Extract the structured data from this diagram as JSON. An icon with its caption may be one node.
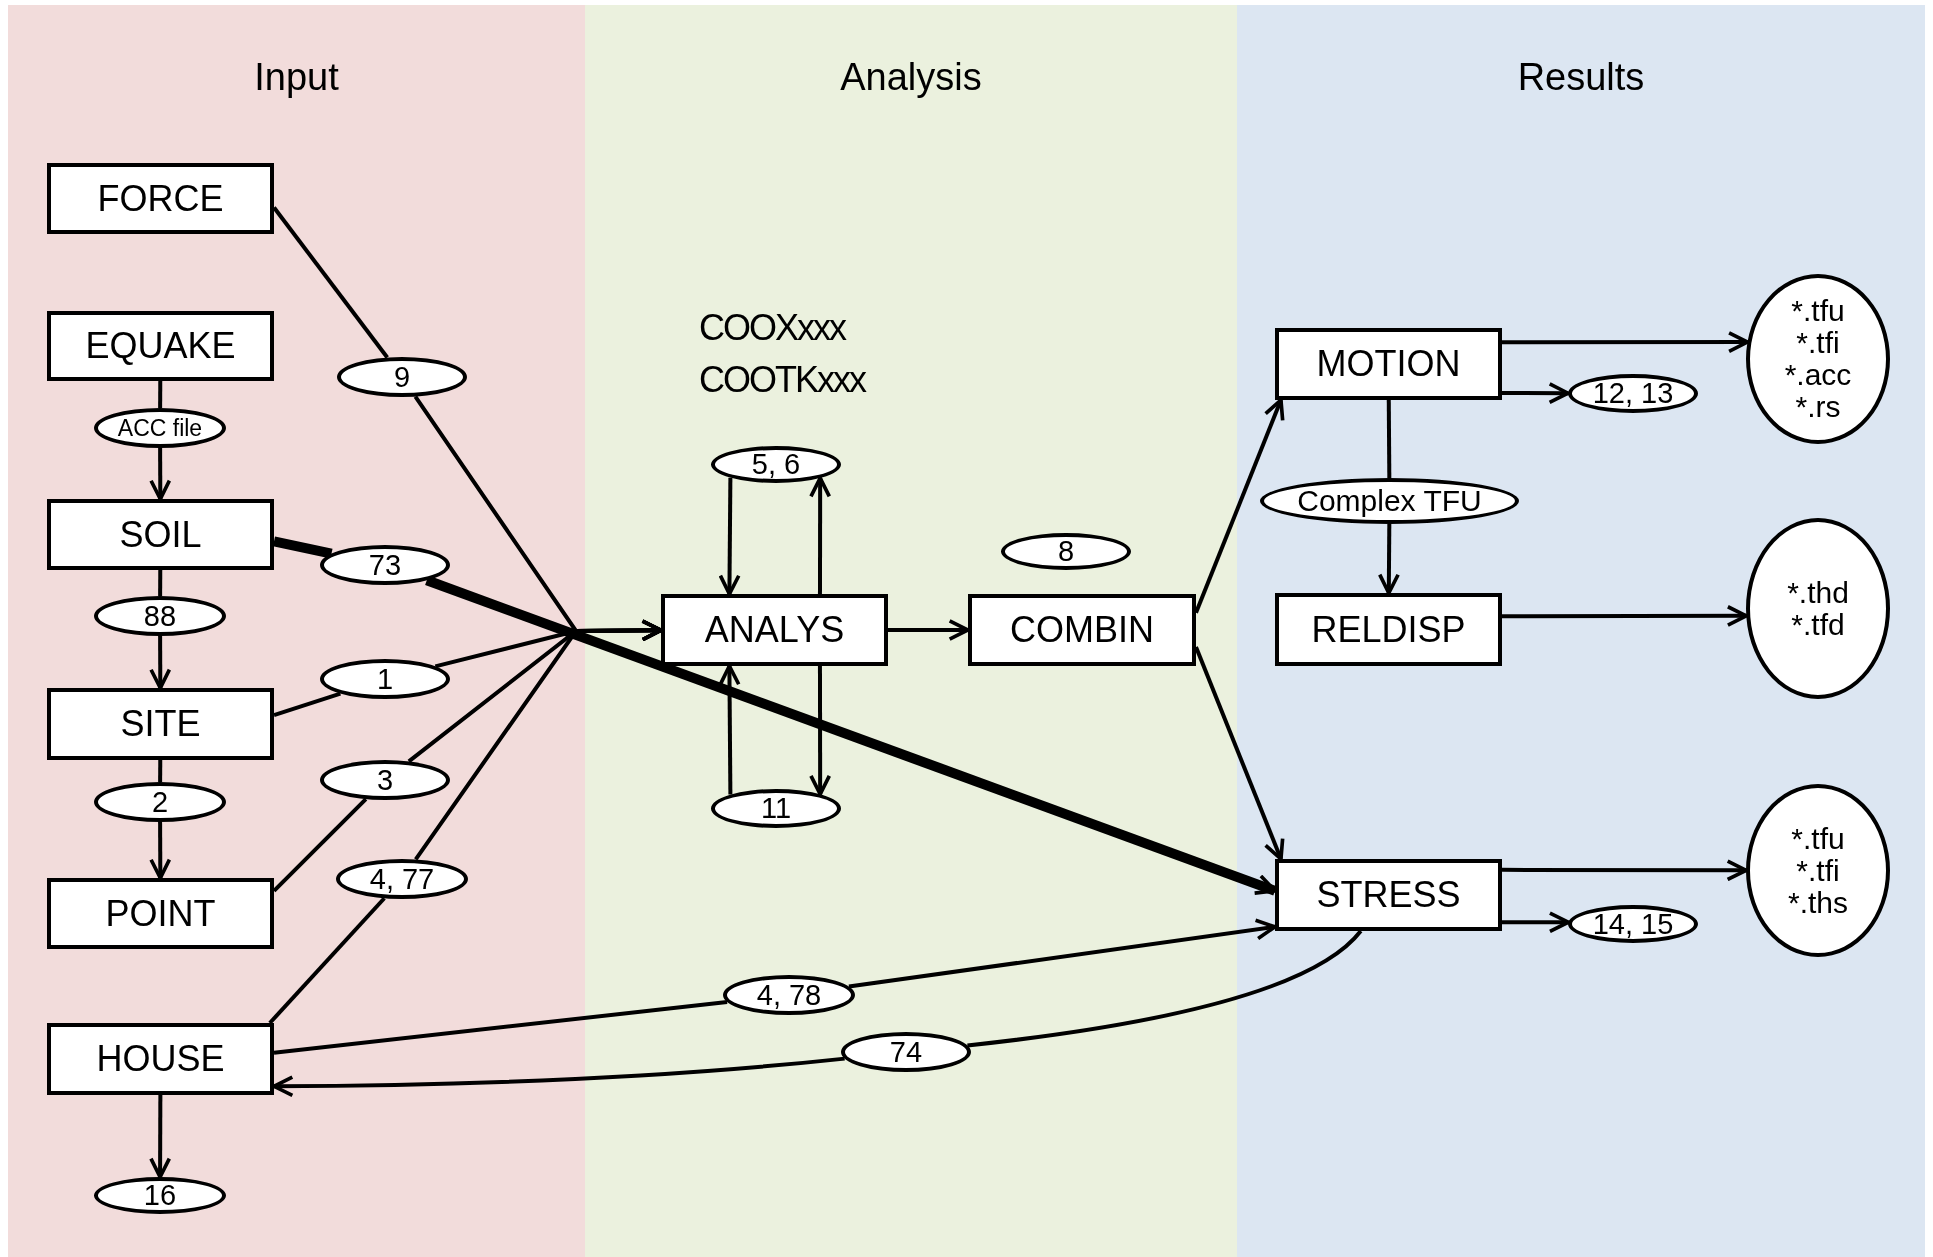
{
  "diagram": {
    "nodes": [
      {
        "text": [
          "Input"
        ]
      },
      {
        "text": [
          "Analysis"
        ]
      },
      {
        "text": [
          "Results"
        ]
      },
      {
        "text": [
          "FORCE"
        ],
        "in": 0
      },
      {
        "text": [
          "EQUAKE"
        ],
        "in": 0
      },
      {
        "text": [
          "SOIL"
        ],
        "in": 0
      },
      {
        "text": [
          "SITE"
        ],
        "in": 0
      },
      {
        "text": [
          "POINT"
        ],
        "in": 0
      },
      {
        "text": [
          "HOUSE"
        ],
        "in": 0
      },
      {
        "text": [
          "16"
        ],
        "in": 0
      },
      {
        "text": [
          "5, 6"
        ],
        "in": 1
      },
      {
        "text": [
          "ANALYS"
        ],
        "in": 1
      },
      {
        "text": [
          "COMBIN"
        ],
        "in": 1
      },
      {
        "text": [
          "8"
        ],
        "in": 1
      },
      {
        "text": [
          "11"
        ],
        "in": 1
      },
      {
        "text": [
          "MOTION"
        ],
        "in": 2
      },
      {
        "text": [
          "*.tfu",
          "*.tfi",
          "*.acc",
          "*.rs"
        ],
        "in": 2
      },
      {
        "text": [
          "12, 13"
        ],
        "in": 2
      },
      {
        "text": [
          "RELDISP"
        ],
        "in": 2
      },
      {
        "text": [
          "*.thd",
          "*.tfd"
        ],
        "in": 2
      },
      {
        "text": [
          "STRESS"
        ],
        "in": 2
      },
      {
        "text": [
          "*.tfu",
          "*.tfi",
          "*.ths"
        ],
        "in": 2
      },
      {
        "text": [
          "14, 15"
        ],
        "in": 2
      },
      {
        "text": [
          "9"
        ],
        "in": 0
      },
      {
        "text": [
          "ACC file"
        ],
        "in": 0
      },
      {
        "text": [
          "73"
        ],
        "in": 0
      },
      {
        "text": [
          "88"
        ],
        "in": 0
      },
      {
        "text": [
          "1"
        ],
        "in": 0
      },
      {
        "text": [
          "2"
        ],
        "in": 0
      },
      {
        "text": [
          "3"
        ],
        "in": 0
      },
      {
        "text": [
          "4, 77"
        ],
        "in": 0
      },
      {
        "text": [
          "4, 78"
        ],
        "in": 1
      },
      {
        "text": [
          "74"
        ],
        "in": 1
      },
      {
        "text": [
          "Complex TFU"
        ],
        "in": 2
      }
    ],
    "edges": [
      {
        "from": 3,
        "to": 23,
        "arrow": "none"
      },
      {
        "from": 23,
        "to": 11,
        "arrow": "to"
      },
      {
        "from": 4,
        "to": 24,
        "arrow": "none"
      },
      {
        "from": 24,
        "to": 5,
        "arrow": "to"
      },
      {
        "from": 5,
        "to": 26,
        "arrow": "none"
      },
      {
        "from": 26,
        "to": 6,
        "arrow": "to"
      },
      {
        "from": 6,
        "to": 28,
        "arrow": "none"
      },
      {
        "from": 28,
        "to": 7,
        "arrow": "to"
      },
      {
        "from": 5,
        "to": 25,
        "arrow": "none",
        "style": "thick"
      },
      {
        "from": 25,
        "to": 20,
        "arrow": "to",
        "style": "thick"
      },
      {
        "from": 6,
        "to": 27,
        "arrow": "none"
      },
      {
        "from": 27,
        "to": 11,
        "arrow": "to"
      },
      {
        "from": 7,
        "to": 29,
        "arrow": "none"
      },
      {
        "from": 29,
        "to": 11,
        "arrow": "to"
      },
      {
        "from": 8,
        "to": 30,
        "arrow": "none"
      },
      {
        "from": 30,
        "to": 11,
        "arrow": "to"
      },
      {
        "from": 8,
        "to": 31,
        "arrow": "none"
      },
      {
        "from": 31,
        "to": 20,
        "arrow": "to"
      },
      {
        "from": 20,
        "to": 32,
        "arrow": "none"
      },
      {
        "from": 32,
        "to": 8,
        "arrow": "to"
      },
      {
        "from": 8,
        "to": 9,
        "arrow": "to"
      },
      {
        "from": 10,
        "to": 11,
        "arrow": "to"
      },
      {
        "from": 11,
        "to": 10,
        "arrow": "to"
      },
      {
        "from": 11,
        "to": 14,
        "arrow": "to"
      },
      {
        "from": 14,
        "to": 11,
        "arrow": "to"
      },
      {
        "from": 11,
        "to": 12,
        "arrow": "to"
      },
      {
        "from": 12,
        "to": 15,
        "arrow": "to"
      },
      {
        "from": 12,
        "to": 20,
        "arrow": "to"
      },
      {
        "from": 15,
        "to": 16,
        "arrow": "to"
      },
      {
        "from": 15,
        "to": 17,
        "arrow": "to"
      },
      {
        "from": 15,
        "to": 33,
        "arrow": "none"
      },
      {
        "from": 33,
        "to": 18,
        "arrow": "to"
      },
      {
        "from": 18,
        "to": 19,
        "arrow": "to"
      },
      {
        "from": 20,
        "to": 21,
        "arrow": "to"
      },
      {
        "from": 20,
        "to": 22,
        "arrow": "to"
      }
    ],
    "labels": [
      "COOXxxx",
      "COOTKxxx"
    ]
  }
}
